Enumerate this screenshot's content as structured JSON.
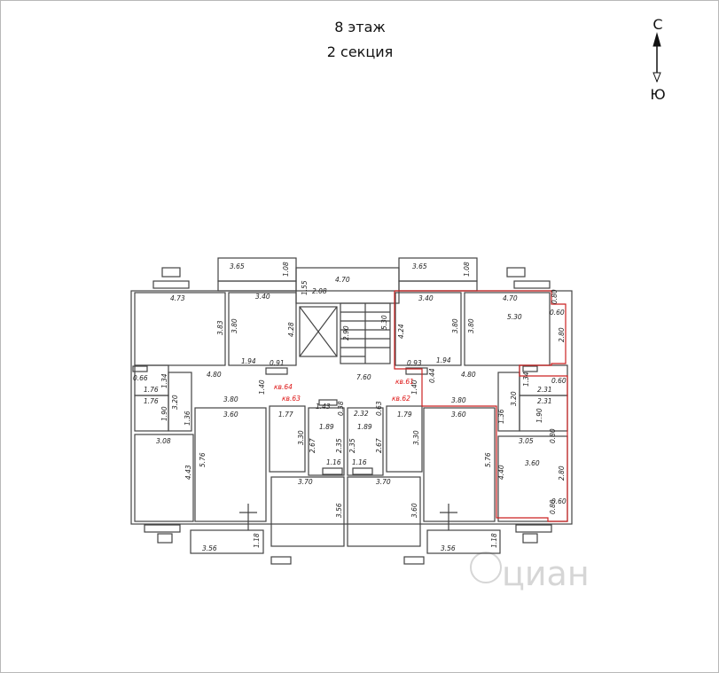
{
  "header": {
    "floor": "8 этаж",
    "section": "2 секция"
  },
  "compass": {
    "north": "С",
    "south": "Ю"
  },
  "colors": {
    "walls": "#555555",
    "highlight": "#cc2222",
    "watermark": "#d0d0d0"
  },
  "dimensions": {
    "bal_tl_w": "3.65",
    "bal_tl_d": "1.08",
    "bal_tr_w": "3.65",
    "bal_tr_d": "1.08",
    "r_tl_w": "4.73",
    "r_tl_h": "3.83",
    "r_tm_w": "3.40",
    "r_tm_h": "3.80",
    "r_tm_h2": "4.28",
    "r_tm_b": "1.94",
    "r_tm_b2": "0.91",
    "corr_top": "4.70",
    "corr_155": "1.55",
    "corr_208": "2.08",
    "st_290": "2.90",
    "st_530": "5.30",
    "hall_760": "7.60",
    "r_tr1_w": "3.40",
    "r_tr1_h": "4.24",
    "r_tr1_h2": "3.80",
    "r_tr1_b": "0.93",
    "r_tr1_b2": "1.94",
    "r_tr2_w": "4.70",
    "r_tr2_h": "3.80",
    "r_tr2_area": "5.30",
    "r_tr2_080": "0.80",
    "r_tr2_060": "0.60",
    "r_tr2_280": "2.80",
    "hall_l_480": "4.80",
    "hall_l_380": "3.80",
    "hall_l_140": "1.40",
    "hall_r_480": "4.80",
    "hall_r_380": "3.80",
    "hall_r_140": "1.40",
    "hall_r_044": "0.44",
    "bl_066": "0.66",
    "bl_176a": "1.76",
    "bl_176b": "1.76",
    "bl_134": "1.34",
    "bl_190": "1.90",
    "bl_320": "3.20",
    "bl_136": "1.36",
    "br_320": "3.20",
    "br_136": "1.36",
    "br_134": "1.34",
    "br_060": "0.60",
    "br_231a": "2.31",
    "br_231b": "2.31",
    "br_190": "1.90",
    "c_143": "1.43",
    "c_038": "0.38",
    "c_232": "2.32",
    "c_063": "0.63",
    "c_177": "1.77",
    "c_179": "1.79",
    "c_189a": "1.89",
    "c_189b": "1.89",
    "c_330a": "3.30",
    "c_330b": "3.30",
    "c_267a": "2.67",
    "c_267b": "2.67",
    "c_235a": "2.35",
    "c_235b": "2.35",
    "c_116a": "1.16",
    "c_116b": "1.16",
    "r_ml_w": "3.60",
    "r_ml_h": "5.76",
    "r_bl_w": "3.08",
    "r_bl_h": "4.43",
    "r_bm1_w": "3.70",
    "r_bm1_h": "3.56",
    "r_bm2_w": "3.70",
    "r_bm2_h": "3.60",
    "r_mr_w": "3.60",
    "r_mr_h": "5.76",
    "r_br_w": "3.05",
    "r_br_w2": "3.60",
    "r_br_h": "4.40",
    "r_br_080a": "0.80",
    "r_br_280": "2.80",
    "r_br_060": "0.60",
    "r_br_080b": "0.80",
    "bal_bl_w": "3.56",
    "bal_bl_d": "1.18",
    "bal_br_w": "3.56",
    "bal_br_d": "1.18"
  },
  "flats": {
    "k64": "кв.64",
    "k63": "кв.63",
    "k61": "кв.61",
    "k62": "кв.62"
  },
  "watermark": "циан"
}
